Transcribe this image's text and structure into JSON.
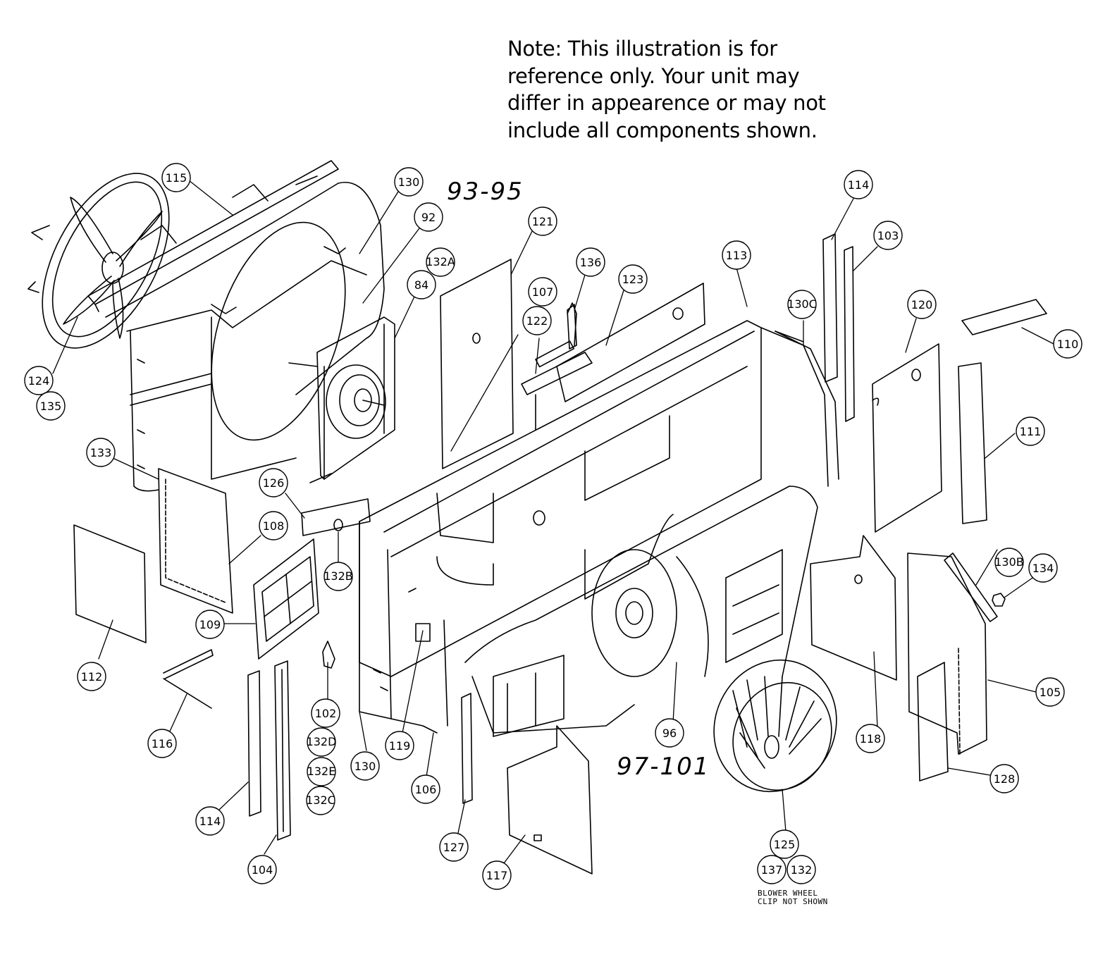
{
  "note": {
    "lines": [
      "Note: This illustration is for",
      "reference only. Your unit may",
      "differ in appearence or may not",
      "include all components shown."
    ]
  },
  "handwritten": {
    "range_top": "93-95",
    "range_bottom": "97-101"
  },
  "blower_note": {
    "line1": "BLOWER WHEEL",
    "line2": "CLIP NOT SHOWN"
  },
  "callouts": [
    {
      "id": "c115",
      "label": "115"
    },
    {
      "id": "c130a",
      "label": "130"
    },
    {
      "id": "c92",
      "label": "92"
    },
    {
      "id": "c132a",
      "label": "132A"
    },
    {
      "id": "c84",
      "label": "84"
    },
    {
      "id": "c121",
      "label": "121"
    },
    {
      "id": "c136",
      "label": "136"
    },
    {
      "id": "c107",
      "label": "107"
    },
    {
      "id": "c123",
      "label": "123"
    },
    {
      "id": "c122",
      "label": "122"
    },
    {
      "id": "c113",
      "label": "113"
    },
    {
      "id": "c114a",
      "label": "114"
    },
    {
      "id": "c103",
      "label": "103"
    },
    {
      "id": "c130c",
      "label": "130C"
    },
    {
      "id": "c120",
      "label": "120"
    },
    {
      "id": "c110",
      "label": "110"
    },
    {
      "id": "c111",
      "label": "111"
    },
    {
      "id": "c124",
      "label": "124"
    },
    {
      "id": "c135",
      "label": "135"
    },
    {
      "id": "c133",
      "label": "133"
    },
    {
      "id": "c126",
      "label": "126"
    },
    {
      "id": "c108",
      "label": "108"
    },
    {
      "id": "c132b",
      "label": "132B"
    },
    {
      "id": "c112",
      "label": "112"
    },
    {
      "id": "c109",
      "label": "109"
    },
    {
      "id": "c102",
      "label": "102"
    },
    {
      "id": "c132d",
      "label": "132D"
    },
    {
      "id": "c132e",
      "label": "132E"
    },
    {
      "id": "c132c",
      "label": "132C"
    },
    {
      "id": "c116",
      "label": "116"
    },
    {
      "id": "c130b2",
      "label": "130"
    },
    {
      "id": "c119",
      "label": "119"
    },
    {
      "id": "c106",
      "label": "106"
    },
    {
      "id": "c114b",
      "label": "114"
    },
    {
      "id": "c104",
      "label": "104"
    },
    {
      "id": "c127",
      "label": "127"
    },
    {
      "id": "c117",
      "label": "117"
    },
    {
      "id": "c96",
      "label": "96"
    },
    {
      "id": "c125",
      "label": "125"
    },
    {
      "id": "c137",
      "label": "137"
    },
    {
      "id": "c132",
      "label": "132"
    },
    {
      "id": "c118",
      "label": "118"
    },
    {
      "id": "c130b",
      "label": "130B"
    },
    {
      "id": "c134",
      "label": "134"
    },
    {
      "id": "c105",
      "label": "105"
    },
    {
      "id": "c128",
      "label": "128"
    }
  ]
}
